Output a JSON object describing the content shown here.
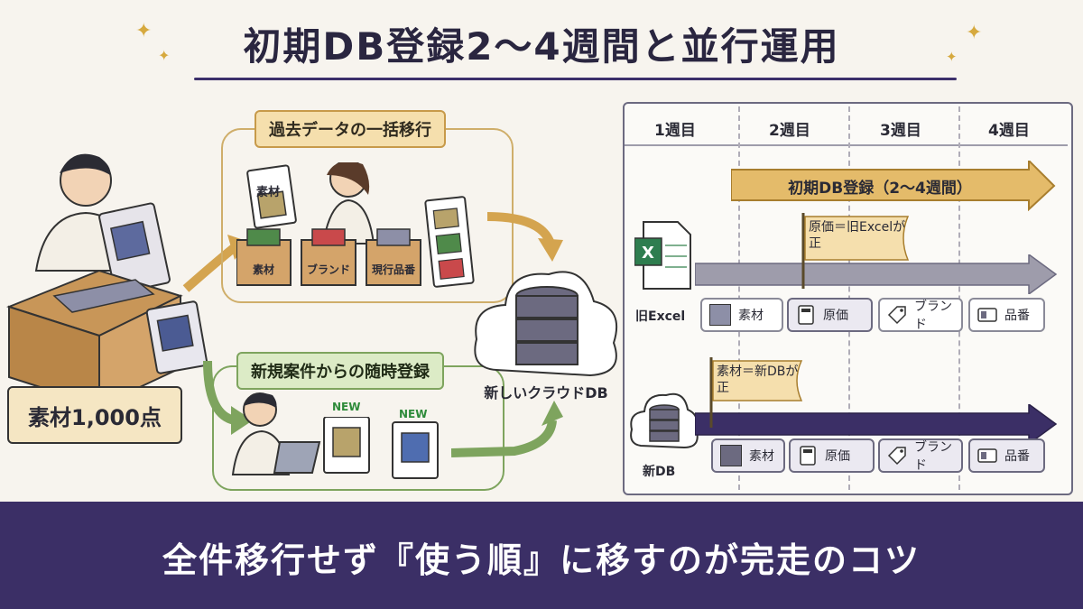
{
  "title": "初期DB登録2〜4週間と並行運用",
  "left_section": {
    "materials_count": "素材1,000点",
    "bulk_migration_label": "過去データの一括移行",
    "new_registration_label": "新規案件からの随時登録",
    "held_card_label": "素材",
    "boxes": [
      "素材",
      "ブランド",
      "現行品番"
    ],
    "new_badges": [
      "NEW",
      "NEW"
    ],
    "cloud_db_label": "新しいクラウドDB"
  },
  "timeline": {
    "weeks": [
      "1週目",
      "2週目",
      "3週目",
      "4週目"
    ],
    "initial_registration_arrow": "初期DB登録（2〜4週間）",
    "old_excel": {
      "label": "旧Excel",
      "flag_text": "原価＝旧Excelが正",
      "chips": [
        "素材",
        "原価",
        "ブランド",
        "品番"
      ]
    },
    "new_db": {
      "label": "新DB",
      "flag_text": "素材＝新DBが正",
      "chips": [
        "素材",
        "原価",
        "ブランド",
        "品番"
      ]
    }
  },
  "footer": "全件移行せず『使う順』に移すのが完走のコツ",
  "colors": {
    "accent_purple": "#3b2f66",
    "gold": "#cfae6a",
    "green": "#7ea45e",
    "excel_green": "#2e7d4f"
  }
}
